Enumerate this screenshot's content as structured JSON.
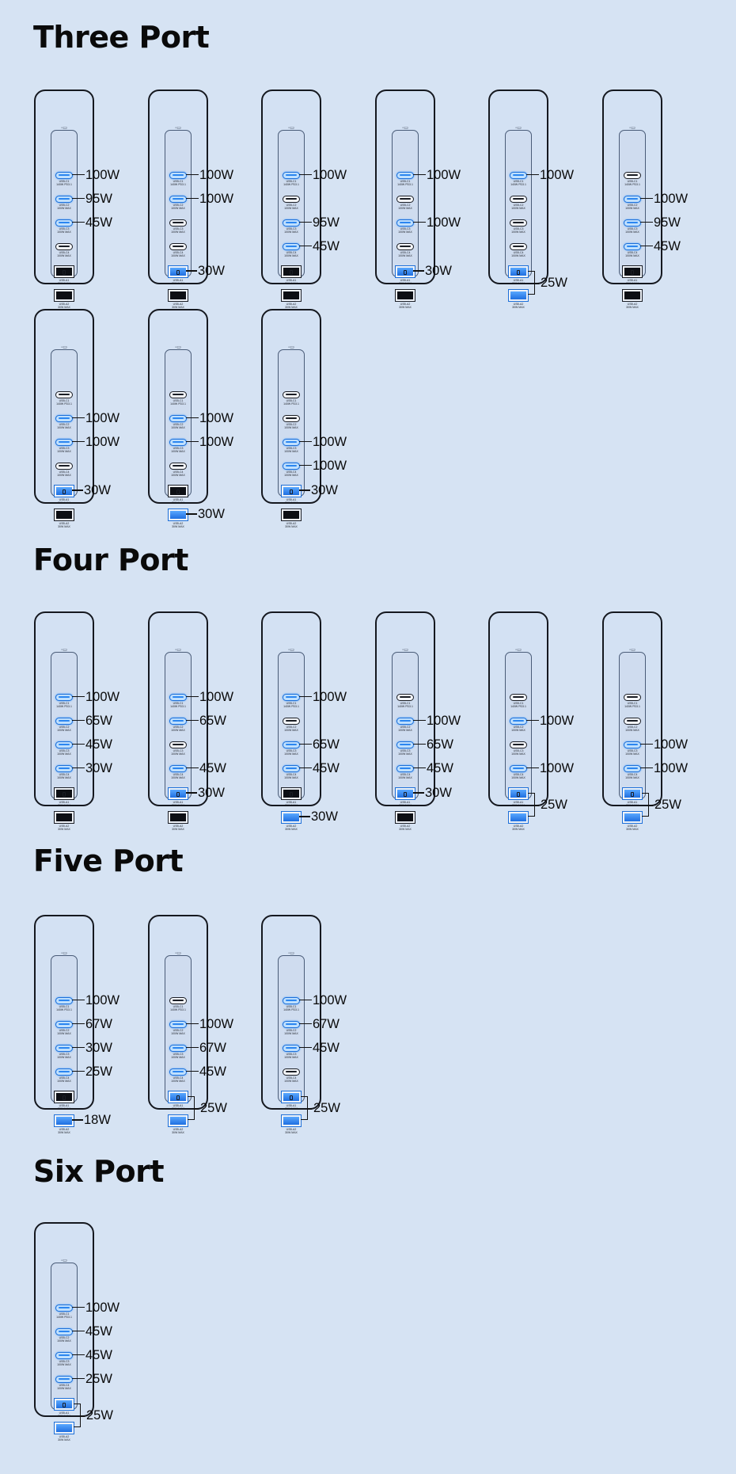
{
  "colors": {
    "background": "#d6e3f3",
    "active_port": "#2b86f0",
    "inactive_port": "#1a1d24"
  },
  "port_labels": {
    "C1": [
      "USB-C1",
      "140W PD3.1"
    ],
    "C2": [
      "USB-C2",
      "100W MAX"
    ],
    "C3": [
      "USB-C3",
      "100W MAX"
    ],
    "C4": [
      "USB-C4",
      "100W MAX"
    ],
    "A1": [
      "USB-A1",
      "30W MAX"
    ],
    "A2": [
      "USB-A2",
      "30W MAX"
    ]
  },
  "sections": [
    {
      "title": "Three Port",
      "rows": [
        [
          {
            "active": [
              "C1",
              "C2",
              "C3"
            ],
            "labels": [
              [
                "C1",
                "100W"
              ],
              [
                "C2",
                "95W"
              ],
              [
                "C3",
                "45W"
              ]
            ]
          },
          {
            "active": [
              "C1",
              "C2",
              "A1"
            ],
            "labels": [
              [
                "C1",
                "100W"
              ],
              [
                "C2",
                "100W"
              ],
              [
                "A1",
                "30W"
              ]
            ]
          },
          {
            "active": [
              "C1",
              "C3",
              "C4"
            ],
            "labels": [
              [
                "C1",
                "100W"
              ],
              [
                "C3",
                "95W"
              ],
              [
                "C4",
                "45W"
              ]
            ]
          },
          {
            "active": [
              "C1",
              "C3",
              "A1"
            ],
            "labels": [
              [
                "C1",
                "100W"
              ],
              [
                "C3",
                "100W"
              ],
              [
                "A1",
                "30W"
              ]
            ]
          },
          {
            "active": [
              "C1",
              "A1",
              "A2"
            ],
            "labels": [
              [
                "C1",
                "100W"
              ],
              [
                "A",
                "25W"
              ]
            ]
          },
          {
            "active": [
              "C2",
              "C3",
              "C4"
            ],
            "labels": [
              [
                "C2",
                "100W"
              ],
              [
                "C3",
                "95W"
              ],
              [
                "C4",
                "45W"
              ]
            ]
          }
        ],
        [
          {
            "active": [
              "C2",
              "C3",
              "A1"
            ],
            "labels": [
              [
                "C2",
                "100W"
              ],
              [
                "C3",
                "100W"
              ],
              [
                "A1",
                "30W"
              ]
            ]
          },
          {
            "active": [
              "C2",
              "C3",
              "A2"
            ],
            "labels": [
              [
                "C2",
                "100W"
              ],
              [
                "C3",
                "100W"
              ],
              [
                "A2",
                "30W"
              ]
            ]
          },
          {
            "active": [
              "C3",
              "C4",
              "A1"
            ],
            "labels": [
              [
                "C3",
                "100W"
              ],
              [
                "C4",
                "100W"
              ],
              [
                "A1",
                "30W"
              ]
            ]
          }
        ]
      ]
    },
    {
      "title": "Four Port",
      "rows": [
        [
          {
            "active": [
              "C1",
              "C2",
              "C3",
              "C4"
            ],
            "labels": [
              [
                "C1",
                "100W"
              ],
              [
                "C2",
                "65W"
              ],
              [
                "C3",
                "45W"
              ],
              [
                "C4",
                "30W"
              ]
            ]
          },
          {
            "active": [
              "C1",
              "C2",
              "C4",
              "A1"
            ],
            "labels": [
              [
                "C1",
                "100W"
              ],
              [
                "C2",
                "65W"
              ],
              [
                "C4",
                "45W"
              ],
              [
                "A1",
                "30W"
              ]
            ]
          },
          {
            "active": [
              "C1",
              "C3",
              "C4",
              "A2"
            ],
            "labels": [
              [
                "C1",
                "100W"
              ],
              [
                "C3",
                "65W"
              ],
              [
                "C4",
                "45W"
              ],
              [
                "A2",
                "30W"
              ]
            ]
          },
          {
            "active": [
              "C2",
              "C3",
              "C4",
              "A1"
            ],
            "labels": [
              [
                "C2",
                "100W"
              ],
              [
                "C3",
                "65W"
              ],
              [
                "C4",
                "45W"
              ],
              [
                "A1",
                "30W"
              ]
            ]
          },
          {
            "active": [
              "C2",
              "C4",
              "A1",
              "A2"
            ],
            "labels": [
              [
                "C2",
                "100W"
              ],
              [
                "C4",
                "100W"
              ],
              [
                "A",
                "25W"
              ]
            ]
          },
          {
            "active": [
              "C3",
              "C4",
              "A1",
              "A2"
            ],
            "labels": [
              [
                "C3",
                "100W"
              ],
              [
                "C4",
                "100W"
              ],
              [
                "A",
                "25W"
              ]
            ]
          }
        ]
      ]
    },
    {
      "title": "Five Port",
      "rows": [
        [
          {
            "active": [
              "C1",
              "C2",
              "C3",
              "C4",
              "A2"
            ],
            "labels": [
              [
                "C1",
                "100W"
              ],
              [
                "C2",
                "67W"
              ],
              [
                "C3",
                "30W"
              ],
              [
                "C4",
                "25W"
              ],
              [
                "A2",
                "18W"
              ]
            ]
          },
          {
            "active": [
              "C2",
              "C3",
              "C4",
              "A1",
              "A2"
            ],
            "labels": [
              [
                "C2",
                "100W"
              ],
              [
                "C3",
                "67W"
              ],
              [
                "C4",
                "45W"
              ],
              [
                "A",
                "25W"
              ]
            ]
          },
          {
            "active": [
              "C1",
              "C2",
              "C3",
              "A1",
              "A2"
            ],
            "labels": [
              [
                "C1",
                "100W"
              ],
              [
                "C2",
                "67W"
              ],
              [
                "C3",
                "45W"
              ],
              [
                "A",
                "25W"
              ]
            ]
          }
        ]
      ]
    },
    {
      "title": "Six Port",
      "rows": [
        [
          {
            "active": [
              "C1",
              "C2",
              "C3",
              "C4",
              "A1",
              "A2"
            ],
            "labels": [
              [
                "C1",
                "100W"
              ],
              [
                "C2",
                "45W"
              ],
              [
                "C3",
                "45W"
              ],
              [
                "C4",
                "25W"
              ],
              [
                "A",
                "25W"
              ]
            ]
          }
        ]
      ]
    }
  ]
}
